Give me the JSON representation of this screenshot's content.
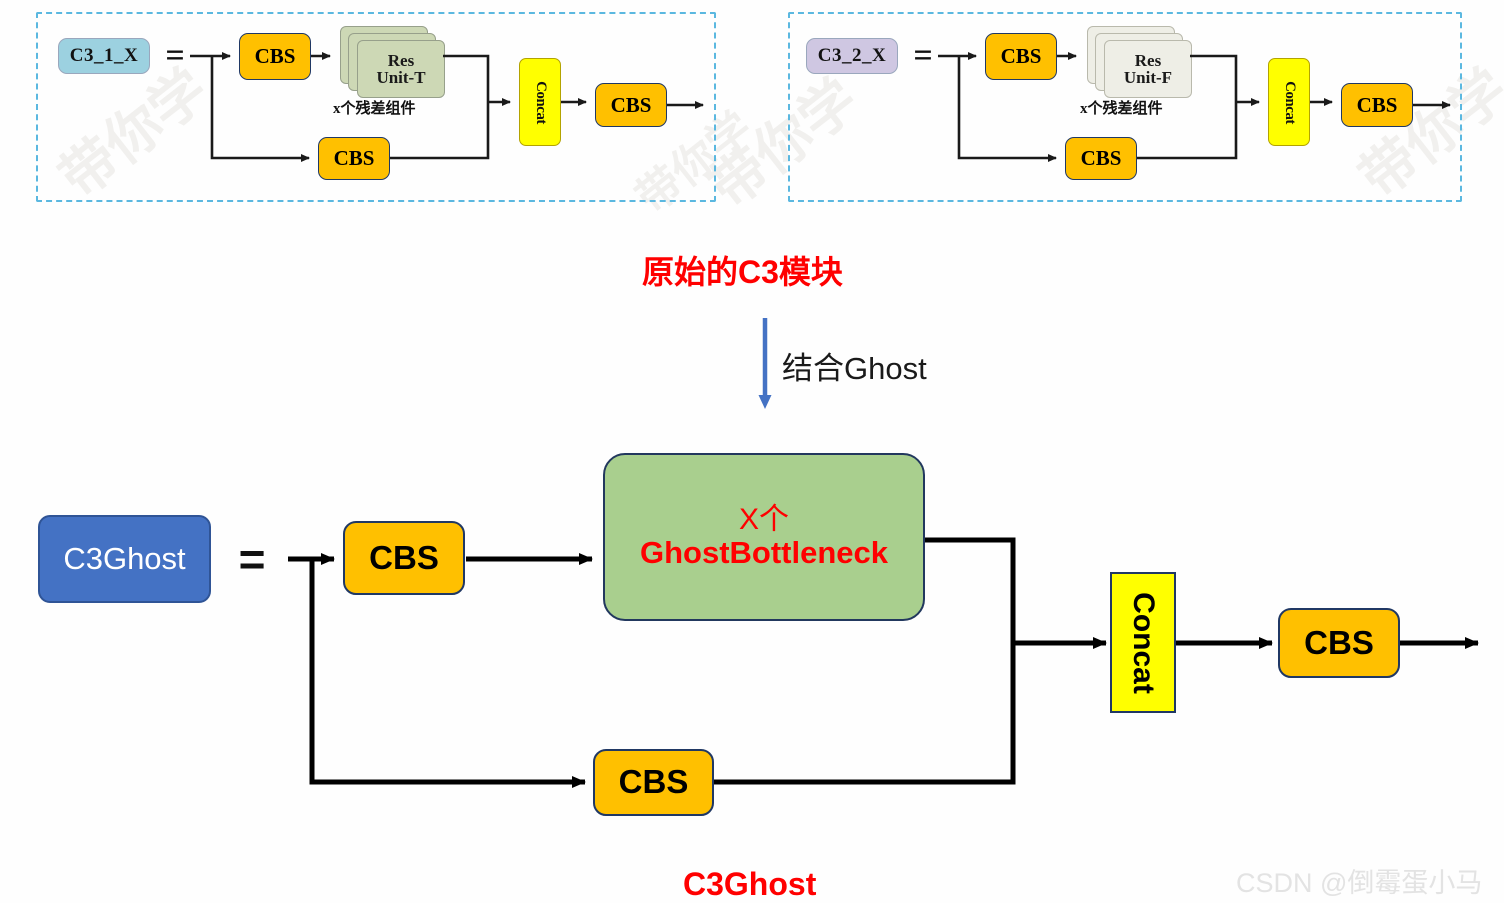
{
  "meta": {
    "watermark_diagonal": "带你学",
    "csdn_watermark": "CSDN @倒霉蛋小马"
  },
  "top": {
    "left_panel": {
      "title_box": "C3_1_X",
      "equals": "=",
      "cbs1": "CBS",
      "resunit_line1": "Res",
      "resunit_line2": "Unit-T",
      "resunit_caption": "x个残差组件",
      "cbs2": "CBS",
      "concat": "Concat",
      "cbs3": "CBS",
      "box_color": "#9cd1e0",
      "resunit_color": "#cdd8b5"
    },
    "right_panel": {
      "title_box": "C3_2_X",
      "equals": "=",
      "cbs1": "CBS",
      "resunit_line1": "Res",
      "resunit_line2": "Unit-F",
      "resunit_caption": "x个残差组件",
      "cbs2": "CBS",
      "concat": "Concat",
      "cbs3": "CBS",
      "box_color": "#cfc7e2",
      "resunit_color": "#eeeee6"
    },
    "caption": "原始的C3模块",
    "caption_color": "#ff0000"
  },
  "transition": {
    "arrow_label": "结合Ghost",
    "arrow_color": "#4472c4"
  },
  "bottom": {
    "title_box": "C3Ghost",
    "title_box_color": "#4472c4",
    "equals": "=",
    "cbs_top": "CBS",
    "ghost_line1": "X个",
    "ghost_line2": "GhostBottleneck",
    "ghost_box_color": "#a9cf8e",
    "ghost_text_color": "#ff0000",
    "cbs_bottom": "CBS",
    "concat": "Concat",
    "concat_color": "#ffff00",
    "cbs_out": "CBS",
    "caption": "C3Ghost",
    "caption_color": "#ff0000"
  }
}
